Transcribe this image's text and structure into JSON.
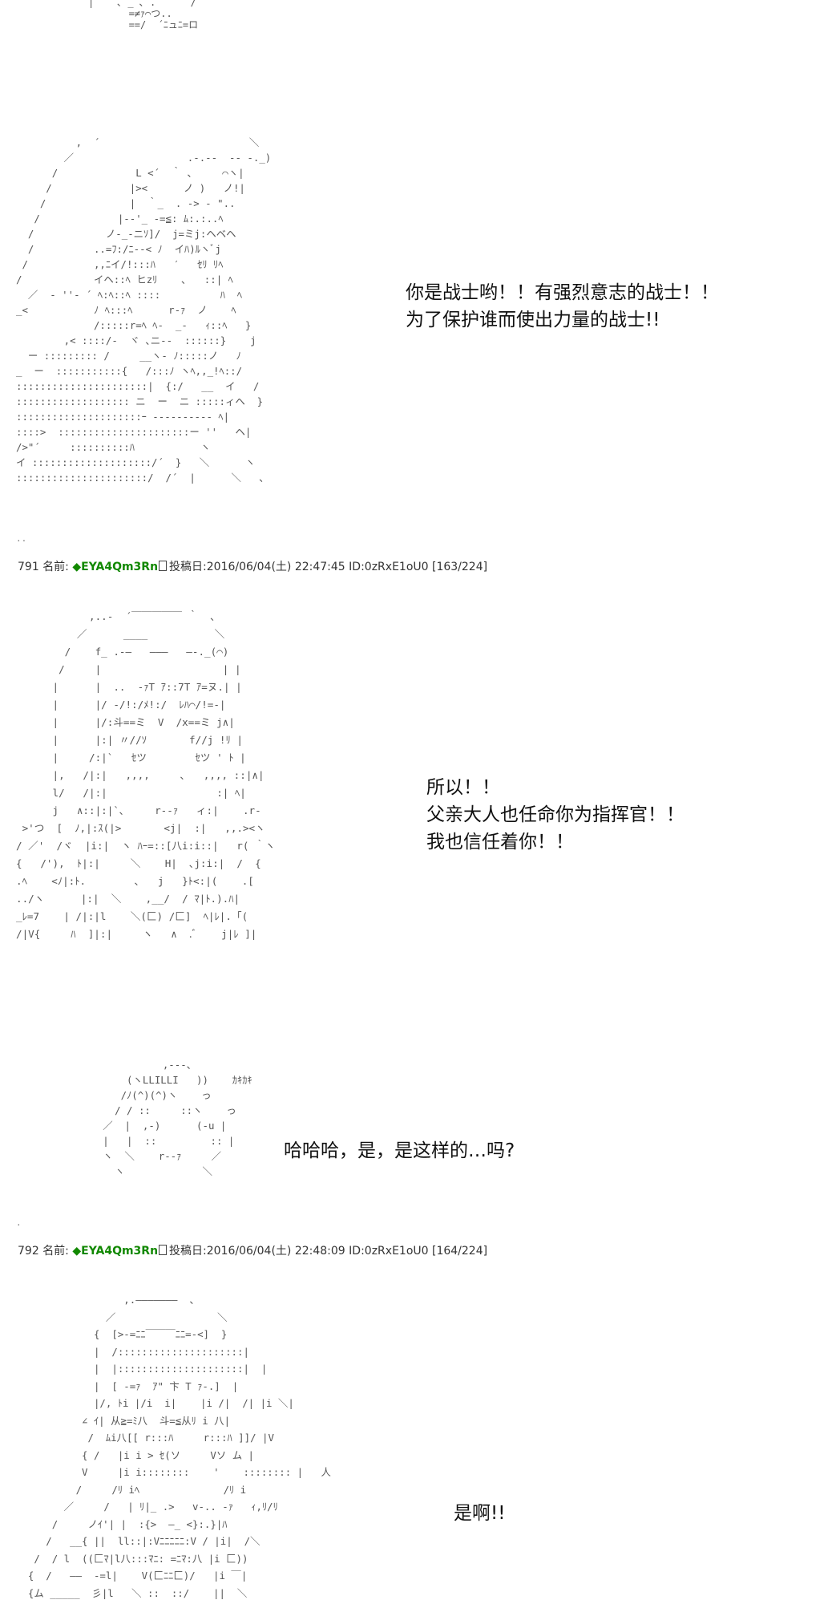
{
  "art": {
    "top": "|    ､ _ ､ .      /\n       =≠ｧ⌒つ..\n       ==/  ´ﾆュﾆ=ロ",
    "panel1": "          ,  ´                         ＼\n        ／                   .-.-‐  ‐- -._)\n      /             L <´  ｀ ､     ⌒ヽ|\n     /             |><      ノ )   ノ!|\n    /              |  ｀_  . -> ‐ \"..\n   /             |-‐'_ ‐=≦: ﾑ:.:..ﾍ\n  /            ノ-_‐ニｿ]/  j=ミj:ヘベヘ\n  /          ..=ﾌ:/ﾆ--< ﾉ  イﾊ)ﾙヽﾞj\n /           ,,ﾆイ/!:::ﾊ   ′   ｾﾘ ﾘﾍ\n/            イヘ::ﾍ ヒzﾘ    ､   ::| ﾍ\n  ／  - ''‐ ´ ﾍ:ﾍ::ﾍ ::::          ﾊ  ﾍ\n_<           ﾉ ﾍ:::ﾍ      r‐ｧ  ノ    ﾍ\n             /:::::r=ﾍ ﾍ-  _‐   ｨ::ﾍ   }\n        ,< ::::/-  ヾ ､ニ--  ::::::}    j\n  ー ::::::::: /     __ヽ- ﾉ:::::ノ   ﾉ\n_  ー  :::::::::::{   /:::ﾉ ヽﾍ,,_!ﾍ::/\n::::::::::::::::::::::|  {:/   __  イ   /\n::::::::::::::::::: ニ  ー  ニ :::::ィヘ  }\n:::::::::::::::::::::ｰ ---------‐ ﾍ|\n::::>  ::::::::::::::::::::::ー ''   ヘ|\n/>\"´     ::::::::::ﾊ           ヽ\nイ ::::::::::::::::::::/´  }   ＼      ヽ\n::::::::::::::::::::::/  /´  |      ＼   ､",
    "panel2": "            ,..-  ´￣￣￣￣￣ ｀  ､\n          ／      ____           ＼\n        /    f_ .-―   ―――   ―-._(⌒)\n       /     |                    | |\n      |      |  ..  -ｧT ｱ::7T ｱ=ヌ.| |\n      |      |/ -/!:/ﾒ!:/  ﾚﾊ⌒/!=-|\n      |      |/:斗==ミ  V  /x==ミ j∧|\n      |      |:| 〃//ｿ       f//j !ﾘ |\n      |     /:|`   ｾツ        ｾツ ' ﾄ |\n      |,   /|:|   ,,,,     ､   ,,,, ::|∧|\n      l/   /|:|                  :| ﾍ|\n      j   ∧::|:|`､     r‐‐ｧ   ィ:|    .r-\n >'つ  [  ﾉ,|:ｽ(|>       <j|  :|   ,,.><ヽ\n/ ／'  /ヾ  |i:|  ヽ ﾊｰ=::[八i:i::|   r( ｀ヽ\n{   /'),  ﾄ|:|     ＼    H|  ､j:i:|  /  {\n.ﾍ    <ﾉ|:ﾄ.        ､   j   }ﾄ<:|(    .[\n../ヽ      |:|  ＼    ,__/  / ﾏ|ﾄ.).ﾊ|\n_ﾚ=7    | /|:|l    ＼(匚) /匚]  ﾍ|ﾚ|.「(\n/|V{     ﾊ  ]|:|     ヽ   ∧  .ﾞ    j|ﾚ ]|",
    "panel3": "                 ,-‐-、\n           (ヽLLILLI   ))    ｶｷｶｷ\n          /ﾉ(^)(^)ヽ    っ\n         / / ::     ::ヽ    っ\n       ／  |  ,-)      (‐u |\n       |   |  ::         :: |\n       ヽ  ＼    r‐‐ｧ     ／\n         ヽ             ＼",
    "panel4": "                  ,.―――――――  、\n               ／                 ＼\n             {  [>-=ﾆﾆ￣￣￣ﾆﾆ=-<]  }\n             |  /:::::::::::::::::::::|\n             |  |:::::::::::::::::::::|  |\n             |  [ ‐=ｧ  ｱ\" 卞 T ｧ-.]  |\n             |/, ﾄi |/i  i|    |i /|  /| |i ＼|\n           ∠ ｲ| 从≧=ﾐ八  斗=≦从ﾘ i 八|\n            /  ﾑi八[[ r:::ﾊ     r:::ﾊ ]]/ |V\n           { /   |i i > ｾ(ソ     Vソ ム |\n           V     |i i::::::::    '    :::::::: |   人\n          /     /ﾘ iﾍ              /ﾘ i\n        ／     /   | ﾘ|_ .>   v-.. ‐ｧ   ｨ,ﾘ/ﾘ\n      /     ノｲ'| |  :{>  ―_ <}:.}|ﾊ\n     /   __{ ||  ll::|:Vﾆﾆﾆﾆﾆ:V / |i|  /＼\n   /  / l  ((匚ﾏ|l八:::ﾏﾆ: =ﾆﾏ:八 |i 匚))\n  {  /   ――  ‐=l|    V(匚ﾆﾆ匚)/   |i ￣|\n  {ム _____  彡|l   ＼ ::  ::/    ||  ＼"
  },
  "dialogs": {
    "d1_line1": "你是战士哟！！有强烈意志的战士！！",
    "d1_line2": "为了保护谁而使出力量的战士!!",
    "d2_line1": "所以！！",
    "d2_line2": "父亲大人也任命你为指挥官！！",
    "d2_line3": "我也信任着你！！",
    "d3": "哈哈哈，是，是这样的…吗?",
    "d4": "是啊!!"
  },
  "posts": [
    {
      "number": "791",
      "name_label": "名前:",
      "trip": "◆EYA4Qm3Rn",
      "date_label": "投稿日:",
      "datetime": "2016/06/04(土) 22:47:45",
      "id": "ID:0zRxE1oU0",
      "count": "[163/224]"
    },
    {
      "number": "792",
      "name_label": "名前:",
      "trip": "◆EYA4Qm3Rn",
      "date_label": "投稿日:",
      "datetime": "2016/06/04(土) 22:48:09",
      "id": "ID:0zRxE1oU0",
      "count": "[164/224]"
    }
  ],
  "colors": {
    "trip": "#118800",
    "art": "#555555",
    "text": "#111111"
  }
}
